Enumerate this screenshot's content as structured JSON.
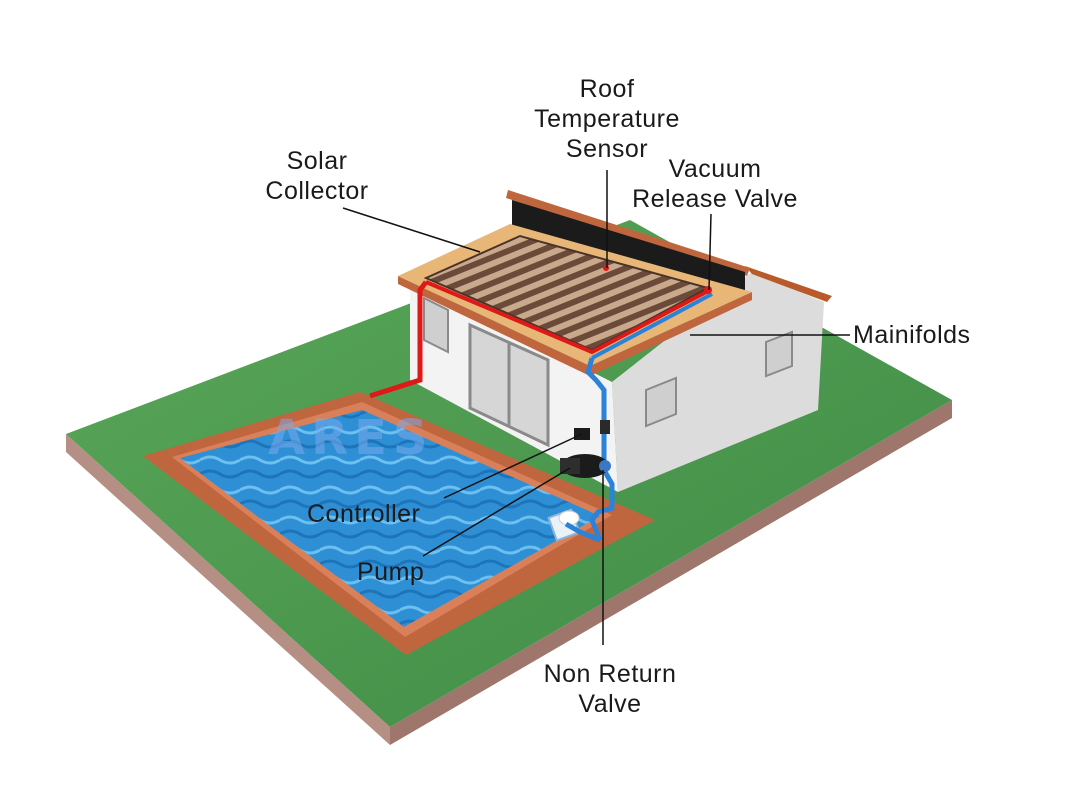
{
  "diagram": {
    "labels": {
      "roof_sensor": [
        "Roof",
        "Temperature",
        "Sensor"
      ],
      "solar_collector": [
        "Solar",
        "Collector"
      ],
      "vacuum_valve": [
        "Vacuum",
        "Release Valve"
      ],
      "manifolds": "Mainifolds",
      "controller": "Controller",
      "pump": "Pump",
      "non_return": [
        "Non Return",
        "Valve"
      ]
    },
    "watermark": "ARES",
    "colors": {
      "grass": "#4f9a4f",
      "ground_side": "#b58f84",
      "deck": "#c0663e",
      "water": "#2f8fd4",
      "wall": "#f1f1f1",
      "roof": "#e8b677",
      "panel_stripe": "#6b4a3a",
      "hot_pipe": "#e01818",
      "cold_pipe": "#2a83d8"
    }
  }
}
